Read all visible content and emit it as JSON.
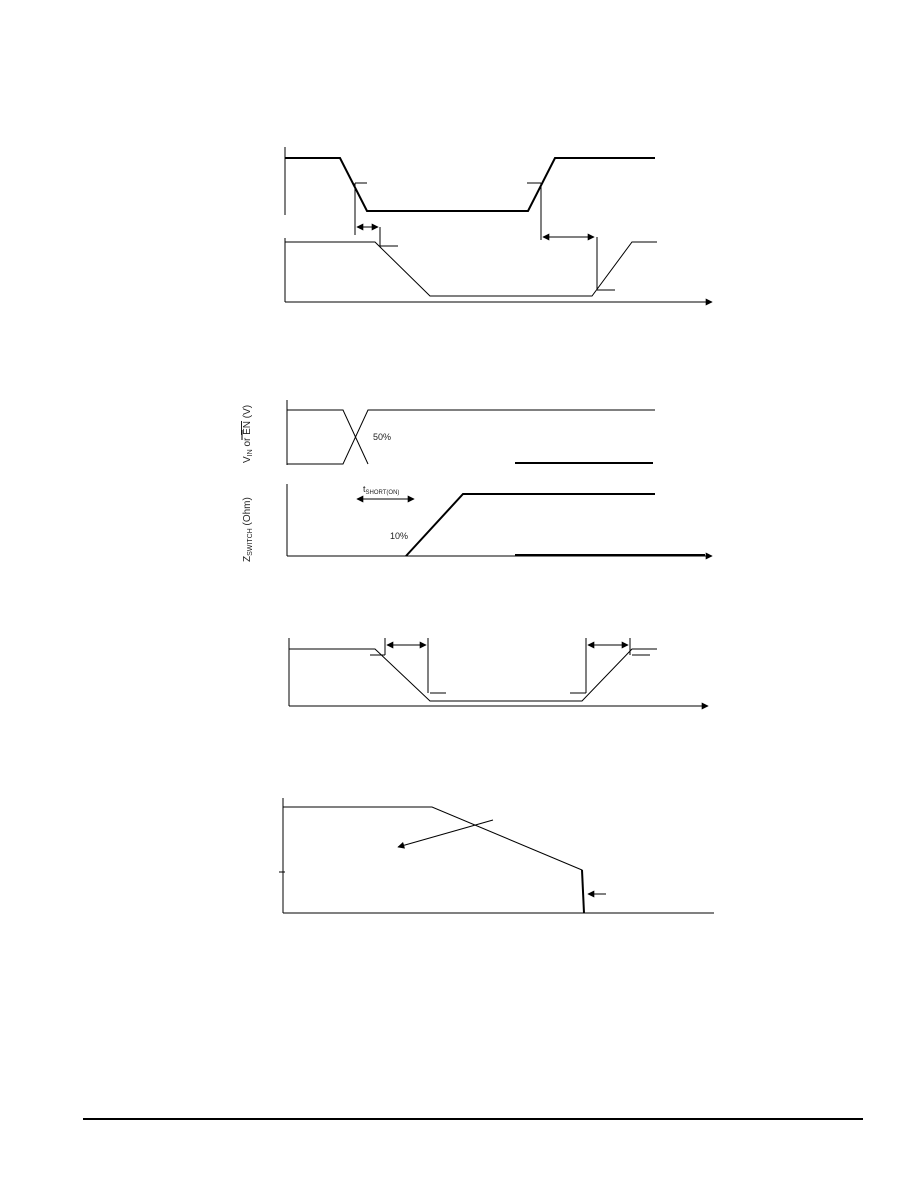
{
  "diagram2": {
    "label_50": "50%",
    "label_10": "10%",
    "label_t": "t",
    "label_t_sub": "SHORT(ON)",
    "ylabel_top": "V",
    "ylabel_top_sub": "IN",
    "ylabel_top_rest": " or ",
    "ylabel_top_overbar": "EN",
    "ylabel_top_unit": " (V)",
    "ylabel_bottom": "Z",
    "ylabel_bottom_sub": "SWITCH",
    "ylabel_bottom_unit": " (Ohm)"
  }
}
